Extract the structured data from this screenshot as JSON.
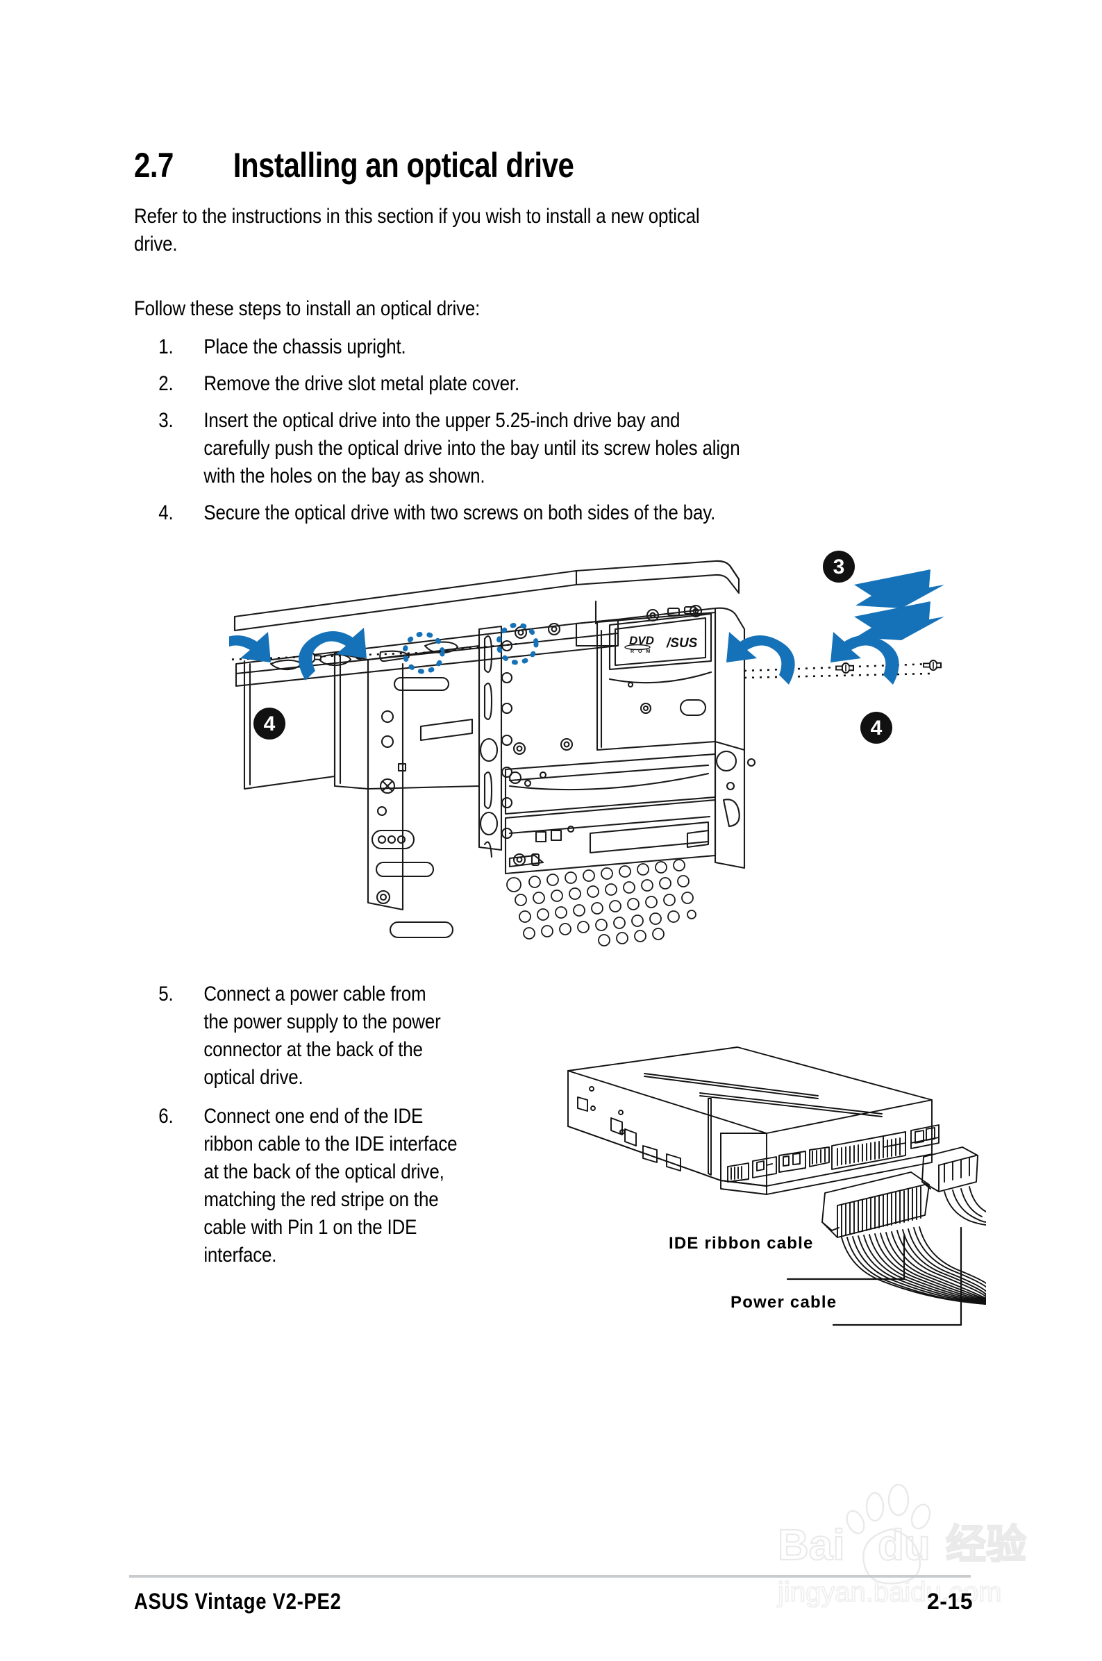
{
  "document": {
    "section_number": "2.7",
    "section_title": "Installing an optical drive",
    "intro_paragraph": "Refer to the instructions in this section if you wish to install a new optical\ndrive.",
    "follow_paragraph": "Follow these steps to install an optical drive:"
  },
  "steps_first_group": [
    {
      "marker": "1.",
      "text": "Place the chassis upright."
    },
    {
      "marker": "2.",
      "text": "Remove the drive slot metal plate cover."
    },
    {
      "marker": "3.",
      "text": "Insert the optical drive into the upper 5.25-inch drive bay and\ncarefully push the optical drive into the bay until its screw holes align\nwith the holes on the bay as shown."
    },
    {
      "marker": "4.",
      "text": "Secure the optical drive with two screws on both sides of the bay."
    }
  ],
  "steps_second_group": [
    {
      "marker": "5.",
      "text": "Connect a power cable from\nthe power supply to the power\nconnector at the back of the\noptical drive."
    },
    {
      "marker": "6.",
      "text": "Connect one end of the IDE\nribbon cable to the IDE interface\nat the back of the optical drive,\nmatching the red stripe on the\ncable with Pin 1 on the IDE\ninterface."
    }
  ],
  "figure_chassis": {
    "name": "chassis-optical-drive-installation-diagram",
    "callout_badges": [
      "3",
      "4",
      "4"
    ],
    "drive_face_labels": {
      "format": "DVD",
      "format_sub": "R O M",
      "brand": "/SUS"
    },
    "accent_blue": "#1572B8",
    "line_color": "#1a1a1a"
  },
  "figure_drive": {
    "name": "optical-drive-rear-cables-diagram",
    "labels": {
      "ide_ribbon_cable": "IDE ribbon cable",
      "power_cable": "Power cable"
    },
    "line_color": "#111111"
  },
  "footer": {
    "product": "ASUS Vintage V2-PE2",
    "page_number": "2-15",
    "rule_color": "#c9ccce"
  },
  "watermark": {
    "brand_bai": "Bai",
    "brand_du": "du",
    "brand_cn": "经验",
    "url": "jingyan.baidu.com",
    "color": "#c8c8c8"
  }
}
